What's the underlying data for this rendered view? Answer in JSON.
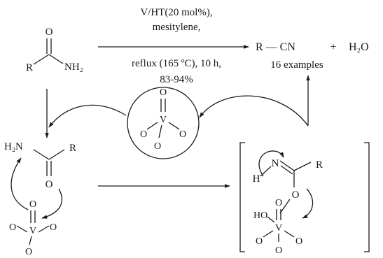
{
  "conditions": {
    "catalyst": "V/HT(20 mol%),",
    "solvent": "mesitylene,",
    "temp_time": "reflux (165 ºC), 10 h,",
    "yield": "83-94%"
  },
  "product": {
    "nitrile": "R — CN",
    "plus": "+",
    "water": "H₂O",
    "examples": "16 examples"
  },
  "atoms": {
    "R": "R",
    "O": "O",
    "NH2": "NH₂",
    "H2N": "H₂N",
    "N": "N",
    "H": "H",
    "V": "V",
    "HO": "HO"
  }
}
